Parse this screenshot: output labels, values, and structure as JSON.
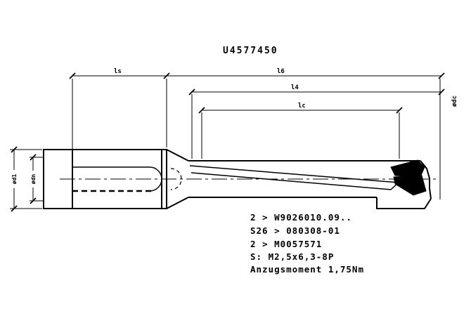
{
  "part_number": "U4577450",
  "notes": [
    "2 > W9026010.09..",
    "S26 > 080308-01",
    "2 > M0057571",
    "S: M2,5x6,3-8P",
    "Anzugsmoment 1,75Nm"
  ],
  "dim_labels": {
    "shank_length": "ls",
    "overall_length": "l6",
    "body_length": "l4",
    "flute_length": "lc",
    "shank_diameter": "ød1",
    "neck_diameter": "ødn",
    "cutting_diameter": "ødc"
  },
  "colors": {
    "line": "#000000",
    "background": "#ffffff"
  }
}
